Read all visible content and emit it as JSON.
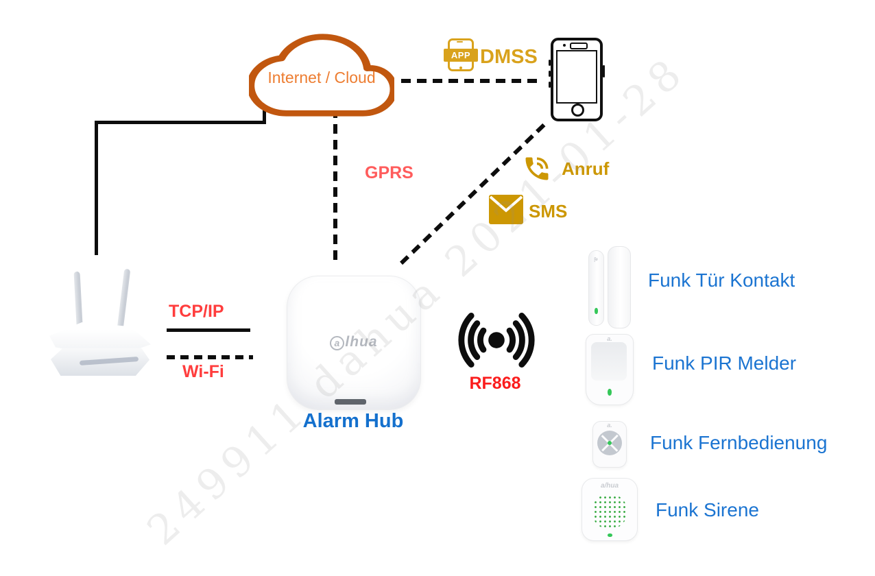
{
  "watermark": {
    "text": "249911 dahua 2021-01-28"
  },
  "cloud": {
    "label": "Internet / Cloud"
  },
  "app": {
    "badge": "APP",
    "label": "DMSS"
  },
  "links": {
    "gprs": "GPRS",
    "tcpip": "TCP/IP",
    "wifi": "Wi-Fi",
    "rf868": "RF868"
  },
  "alerts": {
    "call": "Anruf",
    "sms": "SMS"
  },
  "hub": {
    "logo_first": "a",
    "logo_rest": "lhua",
    "label": "Alarm Hub"
  },
  "peripherals": [
    {
      "label": "Funk Tür Kontakt"
    },
    {
      "label": "Funk PIR Melder"
    },
    {
      "label": "Funk Fernbedienung"
    },
    {
      "label": "Funk Sirene"
    }
  ],
  "colors": {
    "cloud_outline": "#c1570f",
    "cloud_text": "#ed7d31",
    "gold": "#d9a21c",
    "gold_dark": "#cc9703",
    "red": "#ff4545",
    "rf_red": "#fb1d1d",
    "blue": "#1b74d1",
    "line_black": "#0d0d0d"
  }
}
